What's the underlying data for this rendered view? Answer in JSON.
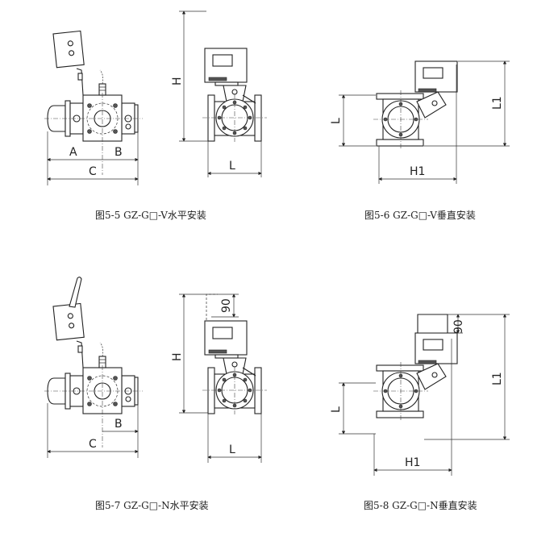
{
  "figures": [
    {
      "caption": "图5-5 GZ-G□-V水平安装",
      "dims": {
        "A": "A",
        "B": "B",
        "C": "C",
        "H": "H",
        "L": "L"
      }
    },
    {
      "caption": "图5-6 GZ-G□-V垂直安装",
      "dims": {
        "L": "L",
        "L1": "L1",
        "H1": "H1"
      }
    },
    {
      "caption": "图5-7 GZ-G□-N水平安装",
      "dims": {
        "B": "B",
        "C": "C",
        "H": "H",
        "L": "L",
        "antenna": "90"
      }
    },
    {
      "caption": "图5-8 GZ-G□-N垂直安装",
      "dims": {
        "L": "L",
        "L1": "L1",
        "H1": "H1",
        "antenna": "90"
      }
    }
  ]
}
